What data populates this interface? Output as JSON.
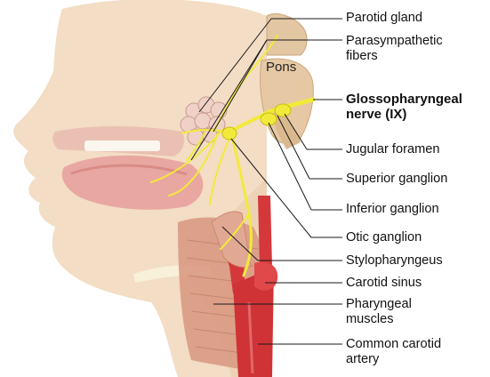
{
  "labels": {
    "parotid_gland": "Parotid gland",
    "parasympathetic_fibers": [
      "Parasympathetic",
      "fibers"
    ],
    "pons": "Pons",
    "glossopharyngeal_nerve": [
      "Glossopharyngeal",
      "nerve (IX)"
    ],
    "jugular_foramen": "Jugular foramen",
    "superior_ganglion": "Superior ganglion",
    "inferior_ganglion": "Inferior ganglion",
    "otic_ganglion": "Otic ganglion",
    "stylopharyngeus": "Stylopharyngeus",
    "carotid_sinus": "Carotid sinus",
    "pharyngeal_muscles": [
      "Pharyngeal",
      "muscles"
    ],
    "common_carotid_artery": [
      "Common carotid",
      "artery"
    ]
  },
  "colors": {
    "skin": "#f3ddc4",
    "skin_shadow": "#e9c9a8",
    "nerve": "#f2ea3a",
    "artery": "#d4383a",
    "muscle": "#d99a84",
    "brain": "#e6c9a4",
    "leader_line": "#1a1a1a"
  }
}
